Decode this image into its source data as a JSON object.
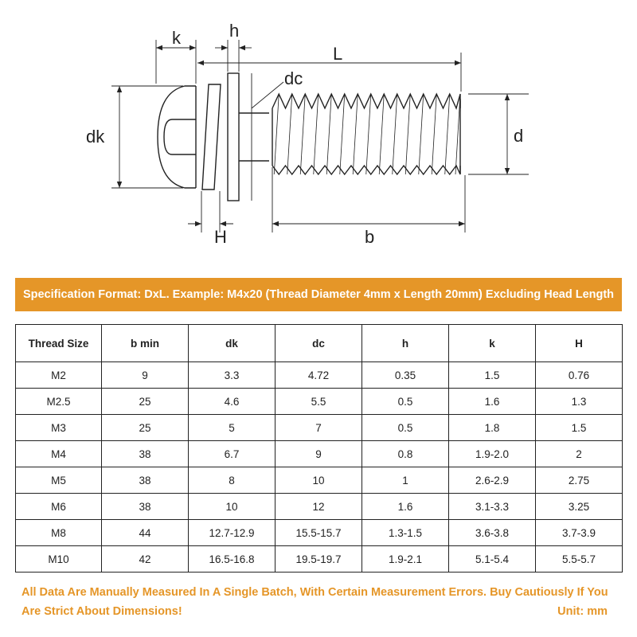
{
  "diagram": {
    "labels": {
      "k": "k",
      "h": "h",
      "L": "L",
      "dc": "dc",
      "dk": "dk",
      "d": "d",
      "H": "H",
      "b": "b"
    }
  },
  "banner": {
    "text": "Specification Format: DxL. Example: M4x20 (Thread Diameter 4mm x Length 20mm)  Excluding Head Length"
  },
  "table": {
    "headers": [
      "Thread Size",
      "b min",
      "dk",
      "dc",
      "h",
      "k",
      "H"
    ],
    "rows": [
      [
        "M2",
        "9",
        "3.3",
        "4.72",
        "0.35",
        "1.5",
        "0.76"
      ],
      [
        "M2.5",
        "25",
        "4.6",
        "5.5",
        "0.5",
        "1.6",
        "1.3"
      ],
      [
        "M3",
        "25",
        "5",
        "7",
        "0.5",
        "1.8",
        "1.5"
      ],
      [
        "M4",
        "38",
        "6.7",
        "9",
        "0.8",
        "1.9-2.0",
        "2"
      ],
      [
        "M5",
        "38",
        "8",
        "10",
        "1",
        "2.6-2.9",
        "2.75"
      ],
      [
        "M6",
        "38",
        "10",
        "12",
        "1.6",
        "3.1-3.3",
        "3.25"
      ],
      [
        "M8",
        "44",
        "12.7-12.9",
        "15.5-15.7",
        "1.3-1.5",
        "3.6-3.8",
        "3.7-3.9"
      ],
      [
        "M10",
        "42",
        "16.5-16.8",
        "19.5-19.7",
        "1.9-2.1",
        "5.1-5.4",
        "5.5-5.7"
      ]
    ]
  },
  "footer": {
    "note": "All Data Are Manually Measured In A Single Batch, With Certain Measurement Errors. Buy Cautiously If You Are Strict About Dimensions!",
    "unit": "Unit: mm"
  },
  "colors": {
    "accent": "#e59628",
    "line": "#222222"
  }
}
